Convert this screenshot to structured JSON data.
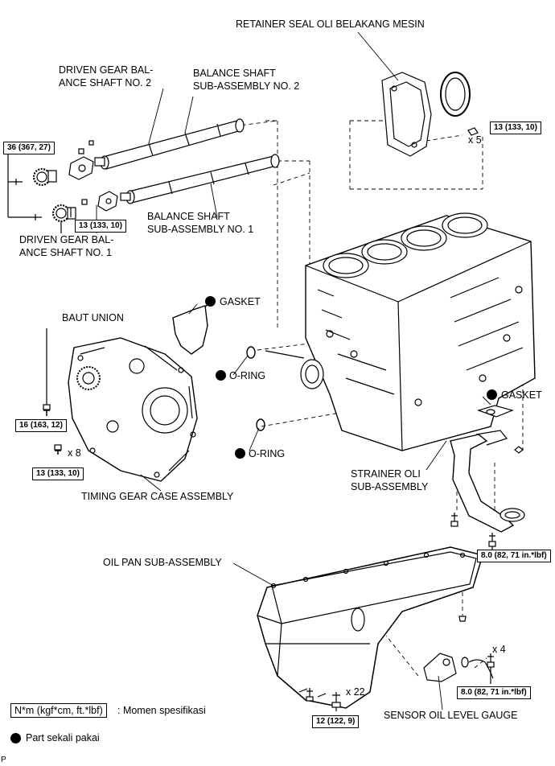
{
  "labels": {
    "retainer_seal": "RETAINER SEAL OLI BELAKANG MESIN",
    "driven_gear_no2_l1": "DRIVEN GEAR BAL-",
    "driven_gear_no2_l2": "ANCE SHAFT NO. 2",
    "balance_shaft_no2_l1": "BALANCE SHAFT",
    "balance_shaft_no2_l2": "SUB-ASSEMBLY NO. 2",
    "balance_shaft_no1_l1": "BALANCE SHAFT",
    "balance_shaft_no1_l2": "SUB-ASSEMBLY NO. 1",
    "driven_gear_no1_l1": "DRIVEN GEAR BAL-",
    "driven_gear_no1_l2": "ANCE SHAFT NO. 1",
    "baut_union": "BAUT UNION",
    "gasket_top": "GASKET",
    "oring_1": "O-RING",
    "oring_2": "O-RING",
    "gasket_right": "GASKET",
    "strainer_l1": "STRAINER OLI",
    "strainer_l2": "SUB-ASSEMBLY",
    "timing_gear_case": "TIMING GEAR CASE ASSEMBLY",
    "oil_pan": "OIL PAN SUB-ASSEMBLY",
    "sensor": "SENSOR OIL LEVEL GAUGE",
    "page_mark": "P"
  },
  "torques": {
    "t_36": "36 (367, 27)",
    "t_13_top": "13 (133, 10)",
    "t_13_shaft": "13 (133, 10)",
    "t_16": "16 (163, 12)",
    "t_13_case": "13 (133, 10)",
    "t_8_strainer": "8.0 (82, 71 in.*lbf)",
    "t_8_sensor": "8.0 (82, 71 in.*lbf)",
    "t_12": "12 (122, 9)"
  },
  "quantities": {
    "q_x5": "x 5",
    "q_x8": "x 8",
    "q_x4": "x 4",
    "q_x22": "x 22"
  },
  "legend": {
    "unit_box": "N*m (kgf*cm, ft.*lbf)",
    "unit_desc": ": Momen spesifikasi",
    "single_use": "Part sekali pakai"
  },
  "colors": {
    "line": "#000000",
    "background": "#ffffff"
  }
}
